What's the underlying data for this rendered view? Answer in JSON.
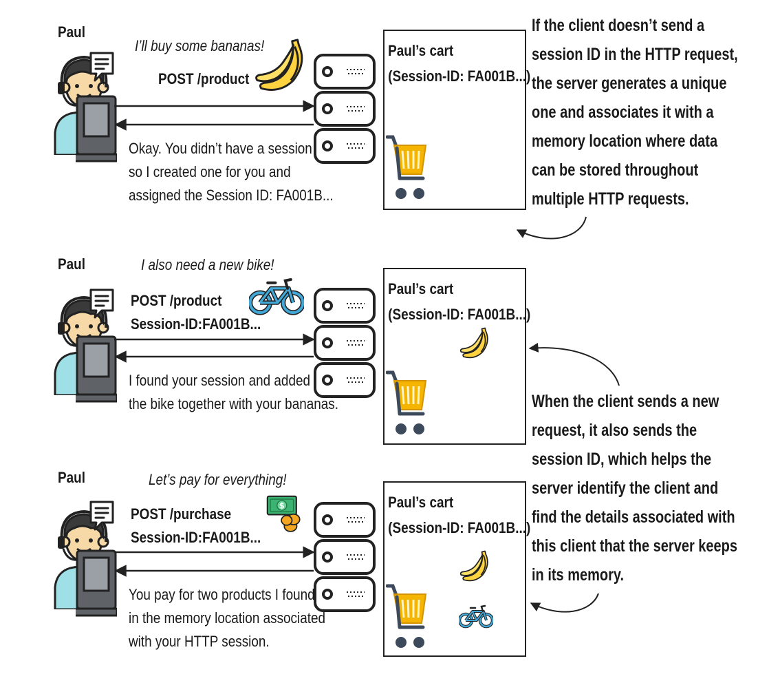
{
  "rows": [
    {
      "user_name": "Paul",
      "speech": "I’ll buy some bananas!",
      "request_lines": [
        "POST /product"
      ],
      "response_lines": [
        "Okay. You didn’t have a session",
        "so I created one for you and",
        "assigned the Session ID: FA001B..."
      ],
      "cart_title_lines": [
        "Paul’s cart",
        "(Session-ID: FA001B...)"
      ],
      "item_icon": "banana-icon",
      "cart_contents": []
    },
    {
      "user_name": "Paul",
      "speech": "I also need a new bike!",
      "request_lines": [
        "POST /product",
        "Session-ID:FA001B..."
      ],
      "response_lines": [
        "I found your session and added",
        "the bike together with your bananas."
      ],
      "cart_title_lines": [
        "Paul’s cart",
        "(Session-ID: FA001B...)"
      ],
      "item_icon": "bicycle-icon",
      "cart_contents": [
        "banana-icon"
      ]
    },
    {
      "user_name": "Paul",
      "speech": "Let’s pay for everything!",
      "request_lines": [
        "POST /purchase",
        "Session-ID:FA001B..."
      ],
      "response_lines": [
        "You pay for two products I found",
        "in the memory location associated",
        "with your HTTP session."
      ],
      "cart_title_lines": [
        "Paul’s cart",
        "(Session-ID: FA001B...)"
      ],
      "item_icon": "money-icon",
      "cart_contents": [
        "banana-icon",
        "bicycle-icon"
      ]
    }
  ],
  "annotations": [
    {
      "lines": [
        "If the client doesn’t send a",
        "session ID in the HTTP request,",
        "the server generates a unique",
        "one and associates it with a",
        "memory location where data",
        "can be stored throughout",
        "multiple HTTP requests."
      ]
    },
    {
      "lines": [
        "When the client sends a new",
        "request, it also sends the",
        "session ID, which helps the",
        "server identify the client and",
        "find the details associated with",
        "this client that the server keeps",
        "in its memory."
      ]
    }
  ],
  "colors": {
    "skin": "#f7d9a8",
    "hair": "#3a3a3a",
    "shirt": "#9ee0e6",
    "tie": "#4caf50",
    "monitor": "#5f6368",
    "screen": "#9aa0a6",
    "banana": "#ffd23f",
    "cart": "#f5b400",
    "wheel": "#3d4a5c",
    "bike": "#42a8d8",
    "money": "#3cb371",
    "coin": "#f5a623"
  }
}
